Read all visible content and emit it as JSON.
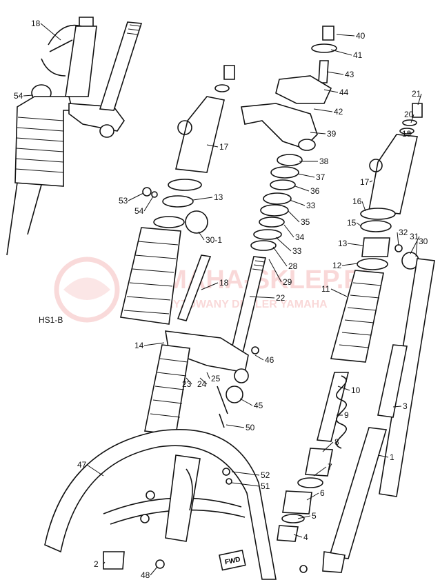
{
  "diagram_code": "HS1-B",
  "watermark": {
    "title": "YAMAHA-SKLEP.PL",
    "subtitle": "AUTORYZOWANY DEALER YAMAHA",
    "color": "#e03030"
  },
  "stamp": "FWD",
  "labels": [
    {
      "id": "18a",
      "text": "18"
    },
    {
      "id": "54a",
      "text": "54"
    },
    {
      "id": "40",
      "text": "40"
    },
    {
      "id": "41",
      "text": "41"
    },
    {
      "id": "43",
      "text": "43"
    },
    {
      "id": "44",
      "text": "44"
    },
    {
      "id": "42",
      "text": "42"
    },
    {
      "id": "21",
      "text": "21"
    },
    {
      "id": "20",
      "text": "20"
    },
    {
      "id": "19",
      "text": "19"
    },
    {
      "id": "39",
      "text": "39"
    },
    {
      "id": "17a",
      "text": "17"
    },
    {
      "id": "38",
      "text": "38"
    },
    {
      "id": "37",
      "text": "37"
    },
    {
      "id": "17b",
      "text": "17"
    },
    {
      "id": "36",
      "text": "36"
    },
    {
      "id": "53",
      "text": "53"
    },
    {
      "id": "54b",
      "text": "54"
    },
    {
      "id": "13a",
      "text": "13"
    },
    {
      "id": "33a",
      "text": "33"
    },
    {
      "id": "16",
      "text": "16"
    },
    {
      "id": "35",
      "text": "35"
    },
    {
      "id": "15",
      "text": "15"
    },
    {
      "id": "30-1",
      "text": "30-1"
    },
    {
      "id": "34",
      "text": "34"
    },
    {
      "id": "32",
      "text": "32"
    },
    {
      "id": "31",
      "text": "31"
    },
    {
      "id": "30",
      "text": "30"
    },
    {
      "id": "13b",
      "text": "13"
    },
    {
      "id": "33b",
      "text": "33"
    },
    {
      "id": "28",
      "text": "28"
    },
    {
      "id": "12",
      "text": "12"
    },
    {
      "id": "29",
      "text": "29"
    },
    {
      "id": "18b",
      "text": "18"
    },
    {
      "id": "22",
      "text": "22"
    },
    {
      "id": "11",
      "text": "11"
    },
    {
      "id": "14",
      "text": "14"
    },
    {
      "id": "46",
      "text": "46"
    },
    {
      "id": "23",
      "text": "23"
    },
    {
      "id": "24",
      "text": "24"
    },
    {
      "id": "25",
      "text": "25"
    },
    {
      "id": "10",
      "text": "10"
    },
    {
      "id": "45",
      "text": "45"
    },
    {
      "id": "3",
      "text": "3"
    },
    {
      "id": "9",
      "text": "9"
    },
    {
      "id": "50",
      "text": "50"
    },
    {
      "id": "8",
      "text": "8"
    },
    {
      "id": "1",
      "text": "1"
    },
    {
      "id": "47",
      "text": "47"
    },
    {
      "id": "7",
      "text": "7"
    },
    {
      "id": "52",
      "text": "52"
    },
    {
      "id": "51",
      "text": "51"
    },
    {
      "id": "6",
      "text": "6"
    },
    {
      "id": "5",
      "text": "5"
    },
    {
      "id": "4",
      "text": "4"
    },
    {
      "id": "2",
      "text": "2"
    },
    {
      "id": "48",
      "text": "48"
    }
  ]
}
